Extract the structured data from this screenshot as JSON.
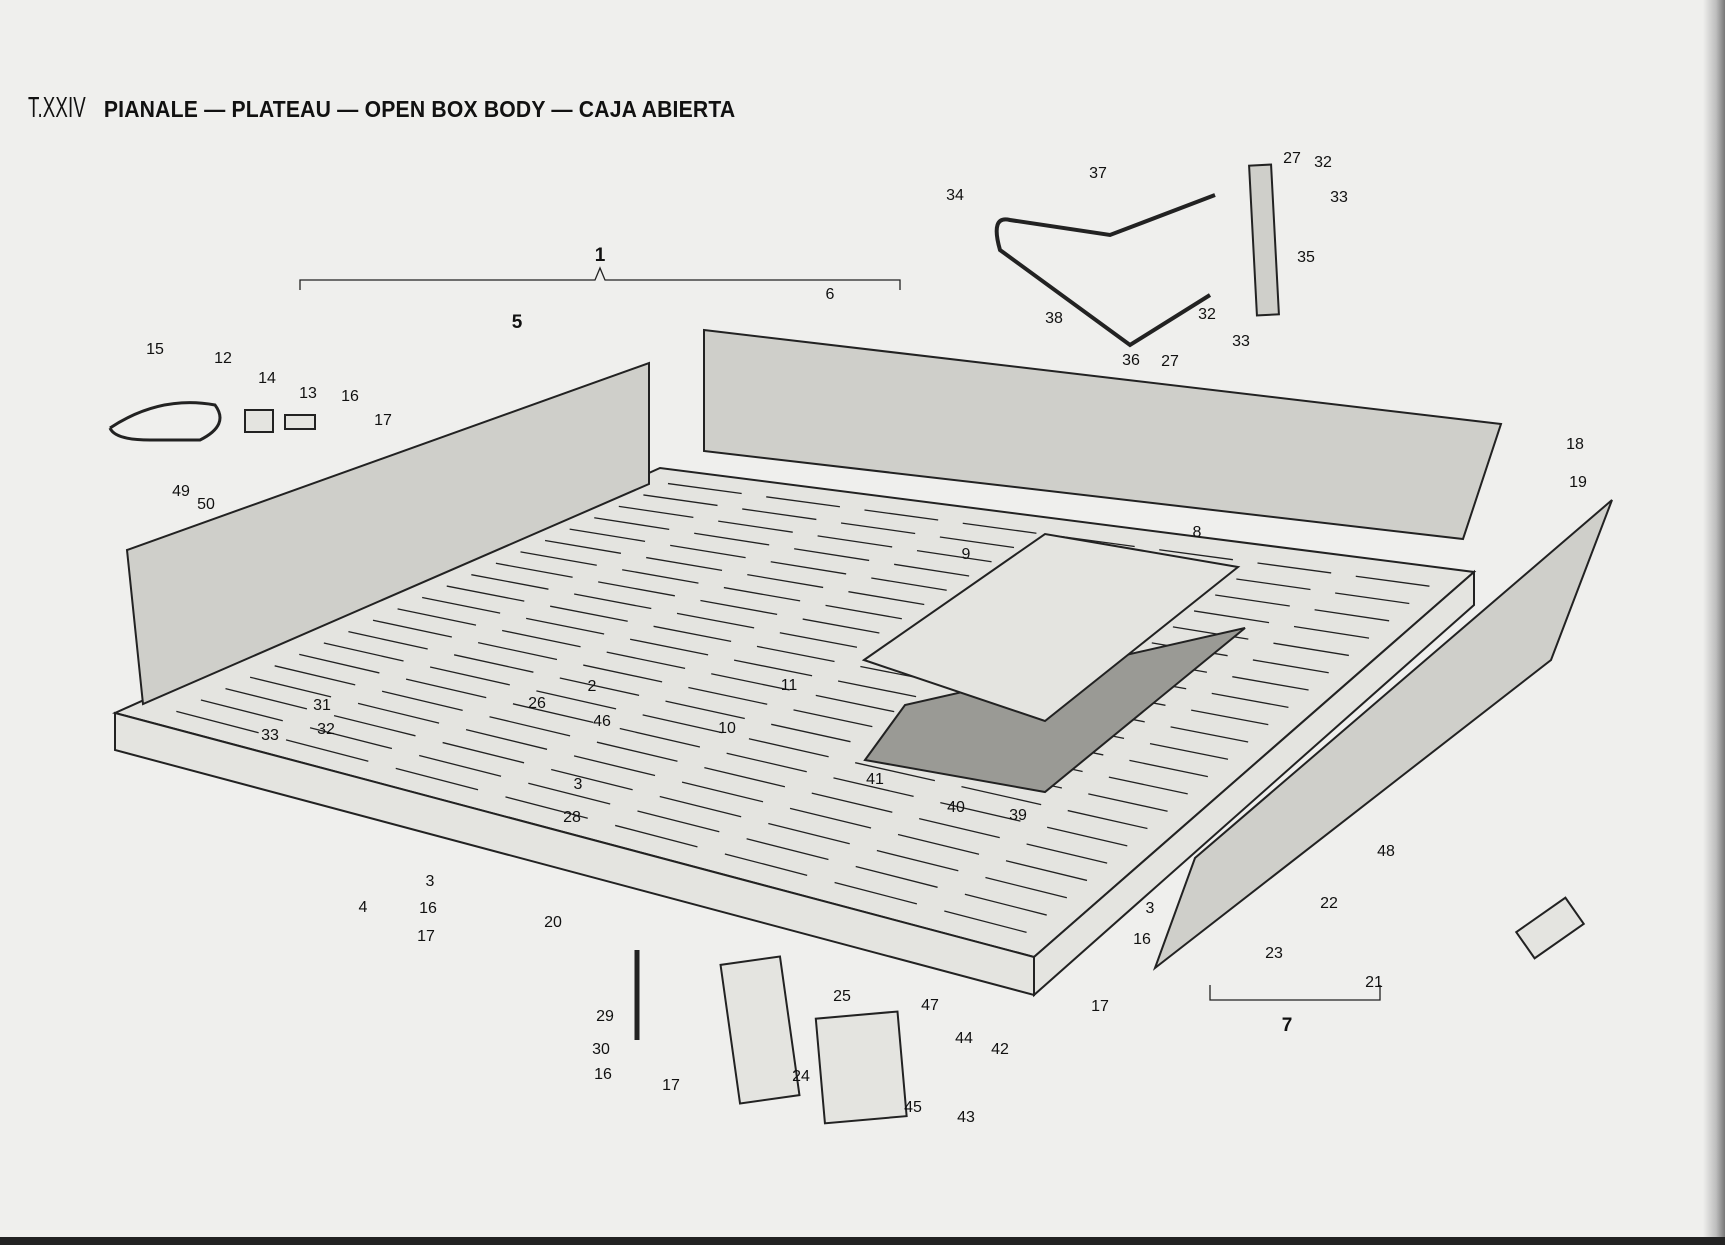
{
  "title": {
    "plate": "T.XXIV",
    "text": "PIANALE — PLATEAU — OPEN BOX BODY — CAJA ABIERTA"
  },
  "callouts": [
    "1",
    "5",
    "6",
    "15",
    "12",
    "14",
    "13",
    "16",
    "17",
    "49",
    "50",
    "37",
    "34",
    "27",
    "32",
    "33",
    "35",
    "38",
    "32",
    "33",
    "36",
    "27",
    "18",
    "19",
    "8",
    "9",
    "11",
    "10",
    "2",
    "26",
    "46",
    "3",
    "28",
    "31",
    "32",
    "33",
    "41",
    "40",
    "39",
    "3",
    "4",
    "16",
    "17",
    "20",
    "29",
    "30",
    "16",
    "17",
    "25",
    "24",
    "47",
    "44",
    "42",
    "45",
    "43",
    "3",
    "16",
    "17",
    "23",
    "22",
    "21",
    "48",
    "7"
  ]
}
